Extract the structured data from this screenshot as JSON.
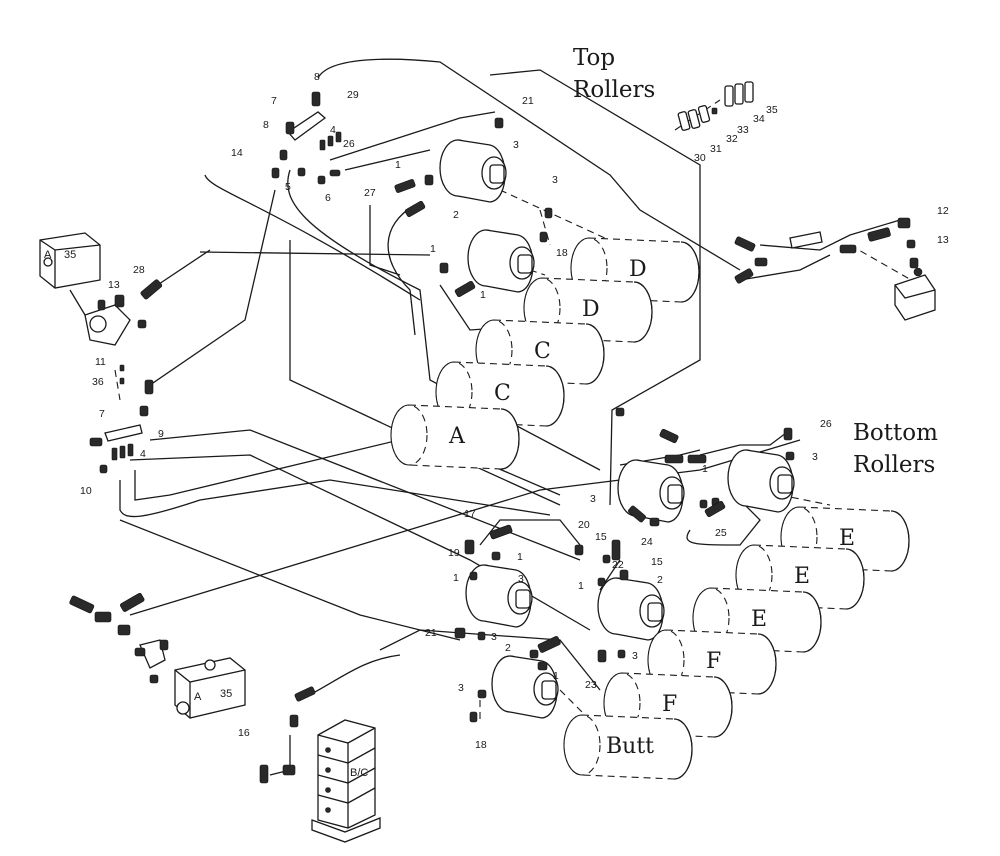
{
  "titles": {
    "top_rollers": [
      "Top",
      "Rollers"
    ],
    "bottom_rollers": [
      "Bottom",
      "Rollers"
    ]
  },
  "rollers": [
    {
      "id": "top-D-1",
      "label": "D"
    },
    {
      "id": "top-D-2",
      "label": "D"
    },
    {
      "id": "top-C-1",
      "label": "C"
    },
    {
      "id": "top-C-2",
      "label": "C"
    },
    {
      "id": "top-A",
      "label": "A"
    },
    {
      "id": "bot-E-1",
      "label": "E"
    },
    {
      "id": "bot-E-2",
      "label": "E"
    },
    {
      "id": "bot-E-3",
      "label": "E"
    },
    {
      "id": "bot-F-1",
      "label": "F"
    },
    {
      "id": "bot-F-2",
      "label": "F"
    },
    {
      "id": "bot-butt",
      "label": "Butt"
    }
  ],
  "blocks": {
    "valve_top": {
      "letter": "A",
      "number": "35"
    },
    "valve_bottom": {
      "letter": "A",
      "number": "35"
    },
    "control_stack": {
      "label": "B/C"
    }
  },
  "part_numbers": [
    {
      "id": "p-8a",
      "text": "8"
    },
    {
      "id": "p-29",
      "text": "29"
    },
    {
      "id": "p-7a",
      "text": "7"
    },
    {
      "id": "p-8b",
      "text": "8"
    },
    {
      "id": "p-4a",
      "text": "4"
    },
    {
      "id": "p-26a",
      "text": "26"
    },
    {
      "id": "p-14",
      "text": "14"
    },
    {
      "id": "p-5",
      "text": "5"
    },
    {
      "id": "p-6",
      "text": "6"
    },
    {
      "id": "p-21a",
      "text": "21"
    },
    {
      "id": "p-3a",
      "text": "3"
    },
    {
      "id": "p-1a",
      "text": "1"
    },
    {
      "id": "p-27",
      "text": "27"
    },
    {
      "id": "p-2a",
      "text": "2"
    },
    {
      "id": "p-3b",
      "text": "3"
    },
    {
      "id": "p-18a",
      "text": "18"
    },
    {
      "id": "p-1b",
      "text": "1"
    },
    {
      "id": "p-1c",
      "text": "1"
    },
    {
      "id": "p-28",
      "text": "28"
    },
    {
      "id": "p-13a",
      "text": "13"
    },
    {
      "id": "p-11",
      "text": "11"
    },
    {
      "id": "p-36",
      "text": "36"
    },
    {
      "id": "p-7b",
      "text": "7"
    },
    {
      "id": "p-9",
      "text": "9"
    },
    {
      "id": "p-4b",
      "text": "4"
    },
    {
      "id": "p-10",
      "text": "10"
    },
    {
      "id": "p-35a",
      "text": "35"
    },
    {
      "id": "p-34",
      "text": "34"
    },
    {
      "id": "p-33",
      "text": "33"
    },
    {
      "id": "p-32",
      "text": "32"
    },
    {
      "id": "p-31",
      "text": "31"
    },
    {
      "id": "p-30",
      "text": "30"
    },
    {
      "id": "p-12",
      "text": "12"
    },
    {
      "id": "p-13b",
      "text": "13"
    },
    {
      "id": "p-26b",
      "text": "26"
    },
    {
      "id": "p-3c",
      "text": "3"
    },
    {
      "id": "p-3d",
      "text": "3"
    },
    {
      "id": "p-1d",
      "text": "1"
    },
    {
      "id": "p-25",
      "text": "25"
    },
    {
      "id": "p-24",
      "text": "24"
    },
    {
      "id": "p-15a",
      "text": "15"
    },
    {
      "id": "p-15b",
      "text": "15"
    },
    {
      "id": "p-20",
      "text": "20"
    },
    {
      "id": "p-22",
      "text": "22"
    },
    {
      "id": "p-17",
      "text": "17"
    },
    {
      "id": "p-19",
      "text": "19"
    },
    {
      "id": "p-1e",
      "text": "1"
    },
    {
      "id": "p-1f",
      "text": "1"
    },
    {
      "id": "p-3e",
      "text": "3"
    },
    {
      "id": "p-1g",
      "text": "1"
    },
    {
      "id": "p-2b",
      "text": "2"
    },
    {
      "id": "p-21b",
      "text": "21"
    },
    {
      "id": "p-3f",
      "text": "3"
    },
    {
      "id": "p-2c",
      "text": "2"
    },
    {
      "id": "p-1h",
      "text": "1"
    },
    {
      "id": "p-3g",
      "text": "3"
    },
    {
      "id": "p-3h",
      "text": "3"
    },
    {
      "id": "p-23",
      "text": "23"
    },
    {
      "id": "p-18b",
      "text": "18"
    },
    {
      "id": "p-16",
      "text": "16"
    }
  ]
}
